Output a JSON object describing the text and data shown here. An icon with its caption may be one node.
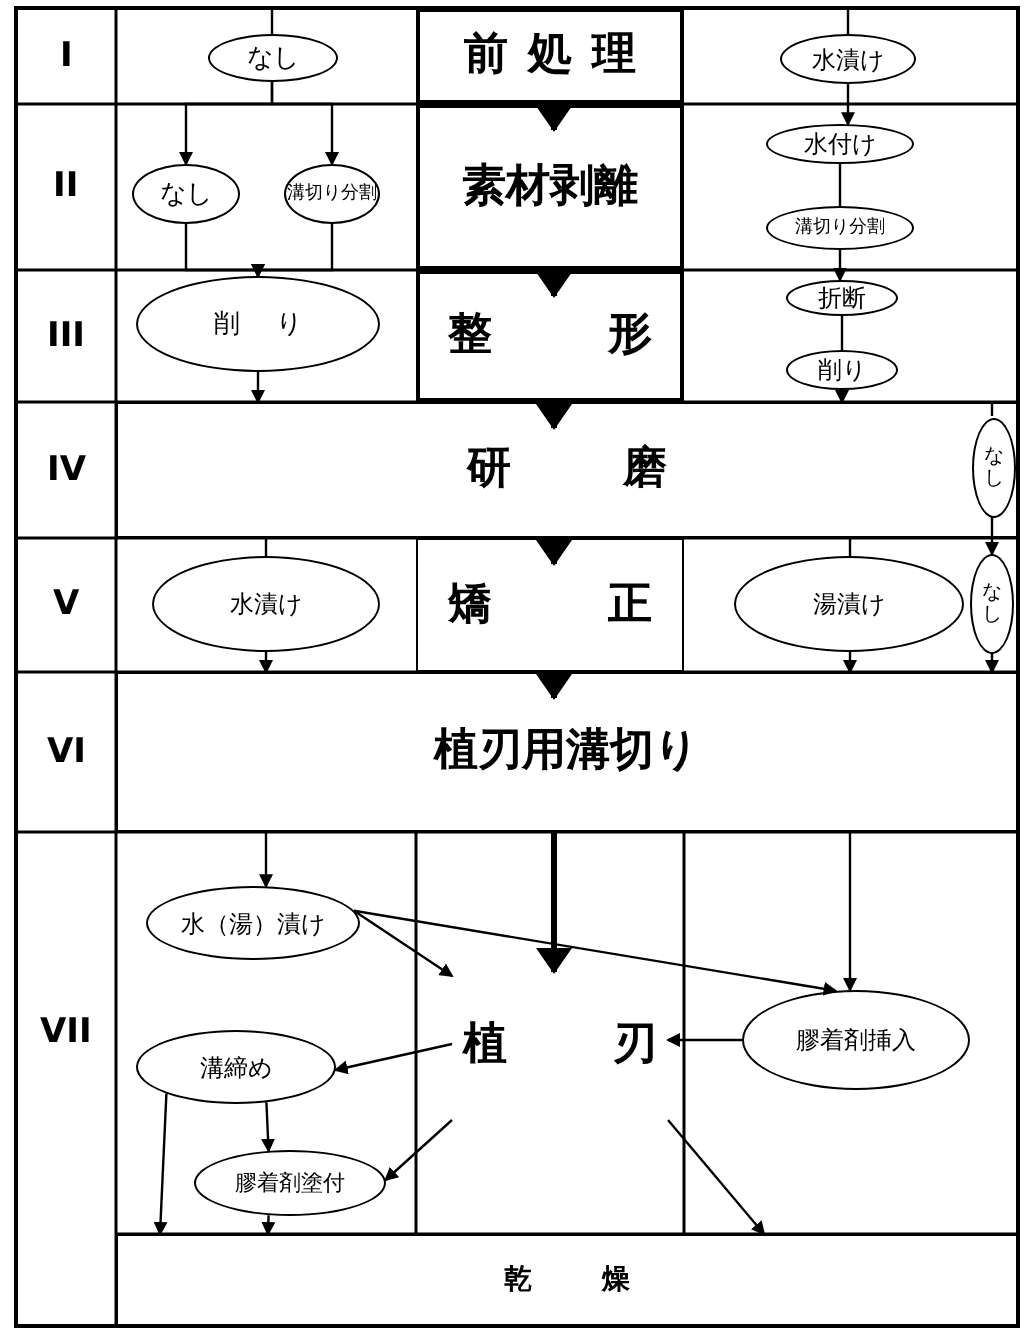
{
  "diagram": {
    "nodes": [
      {
        "text": [
          "なし"
        ]
      },
      {
        "text": [
          "前処理"
        ]
      },
      {
        "text": [
          "水漬け"
        ]
      },
      {
        "text": [
          "なし"
        ]
      },
      {
        "text": [
          "溝切り分割"
        ]
      },
      {
        "text": [
          "素材剥離"
        ]
      },
      {
        "text": [
          "水付け"
        ]
      },
      {
        "text": [
          "溝切り分割"
        ]
      },
      {
        "text": [
          "削り"
        ]
      },
      {
        "text": [
          "整形"
        ]
      },
      {
        "text": [
          "折断"
        ]
      },
      {
        "text": [
          "削り"
        ]
      },
      {
        "text": [
          "研磨"
        ]
      },
      {
        "text": [
          "なし"
        ],
        "in": 12
      },
      {
        "text": [
          "水漬け"
        ]
      },
      {
        "text": [
          "矯正"
        ]
      },
      {
        "text": [
          "湯漬け"
        ]
      },
      {
        "text": [
          "なし"
        ]
      },
      {
        "text": [
          "植刃用溝切り"
        ]
      },
      {
        "text": [
          "水（湯）漬け"
        ]
      },
      {
        "text": [
          "植刃"
        ]
      },
      {
        "text": [
          "膠着剤挿入"
        ]
      },
      {
        "text": [
          "溝締め"
        ]
      },
      {
        "text": [
          "膠着剤塗付"
        ]
      },
      {
        "text": [
          "乾燥"
        ]
      }
    ],
    "edges": [
      {
        "from": null,
        "to": 0,
        "arrow": "none"
      },
      {
        "from": 0,
        "to": 3,
        "arrow": "to"
      },
      {
        "from": 0,
        "to": 4,
        "arrow": "to"
      },
      {
        "from": 3,
        "to": 8,
        "arrow": "to"
      },
      {
        "from": 4,
        "to": 8,
        "arrow": "to"
      },
      {
        "from": 8,
        "to": 12,
        "arrow": "to"
      },
      {
        "from": 12,
        "to": 14,
        "arrow": "none"
      },
      {
        "from": 14,
        "to": 18,
        "arrow": "to"
      },
      {
        "from": 18,
        "to": 19,
        "arrow": "to"
      },
      {
        "from": 19,
        "to": 20,
        "arrow": "to"
      },
      {
        "from": 19,
        "to": 21,
        "arrow": "to"
      },
      {
        "from": 20,
        "to": 22,
        "arrow": "to"
      },
      {
        "from": 21,
        "to": 20,
        "arrow": "to"
      },
      {
        "from": 22,
        "to": 23,
        "arrow": "to"
      },
      {
        "from": 20,
        "to": 23,
        "arrow": "to"
      },
      {
        "from": 22,
        "to": 24,
        "arrow": "to"
      },
      {
        "from": 23,
        "to": 24,
        "arrow": "to"
      },
      {
        "from": 20,
        "to": 24,
        "arrow": "to"
      },
      {
        "from": null,
        "to": 2,
        "arrow": "none"
      },
      {
        "from": 2,
        "to": 6,
        "arrow": "to"
      },
      {
        "from": 6,
        "to": 7,
        "arrow": "none"
      },
      {
        "from": 7,
        "to": 10,
        "arrow": "to"
      },
      {
        "from": 10,
        "to": 11,
        "arrow": "none"
      },
      {
        "from": 11,
        "to": 12,
        "arrow": "to"
      },
      {
        "from": 12,
        "to": 16,
        "arrow": "none"
      },
      {
        "from": 16,
        "to": 18,
        "arrow": "to"
      },
      {
        "from": 18,
        "to": 21,
        "arrow": "to"
      },
      {
        "from": null,
        "to": 13,
        "arrow": "none"
      },
      {
        "from": 13,
        "to": 17,
        "arrow": "to"
      },
      {
        "from": 17,
        "to": 18,
        "arrow": "to"
      },
      {
        "from": 1,
        "to": 5,
        "arrow": "to",
        "style": "thick"
      },
      {
        "from": 5,
        "to": 9,
        "arrow": "to",
        "style": "thick"
      },
      {
        "from": 9,
        "to": 12,
        "arrow": "to",
        "style": "thick"
      },
      {
        "from": 12,
        "to": 15,
        "arrow": "to",
        "style": "thick"
      },
      {
        "from": 15,
        "to": 18,
        "arrow": "to",
        "style": "thick"
      },
      {
        "from": 18,
        "to": 20,
        "arrow": "to",
        "style": "thick"
      }
    ],
    "labels": [
      "I",
      "II",
      "III",
      "IV",
      "V",
      "VI",
      "VII"
    ]
  }
}
